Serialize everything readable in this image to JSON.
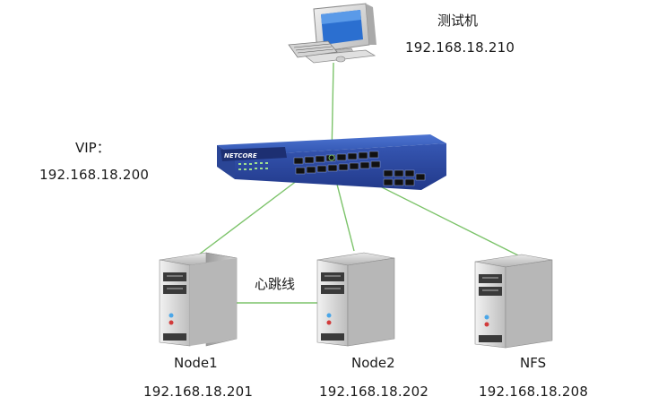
{
  "tester": {
    "title": "测试机",
    "ip": "192.168.18.210"
  },
  "vip": {
    "title": "VIP：",
    "ip": "192.168.18.200"
  },
  "switch": {
    "brand": "NETCORE"
  },
  "heartbeat": {
    "label": "心跳线"
  },
  "nodes": [
    {
      "name": "Node1",
      "ip": "192.168.18.201"
    },
    {
      "name": "Node2",
      "ip": "192.168.18.202"
    },
    {
      "name": "NFS",
      "ip": "192.168.18.208"
    }
  ],
  "colors": {
    "link": "#7cc36a",
    "switch_body": "#2f4ea3",
    "switch_top": "#3c63c4",
    "server_body": "#c9c9c9",
    "server_dark": "#3a3a3a",
    "led_blue": "#4aa6e8",
    "led_red": "#d23b3b"
  }
}
